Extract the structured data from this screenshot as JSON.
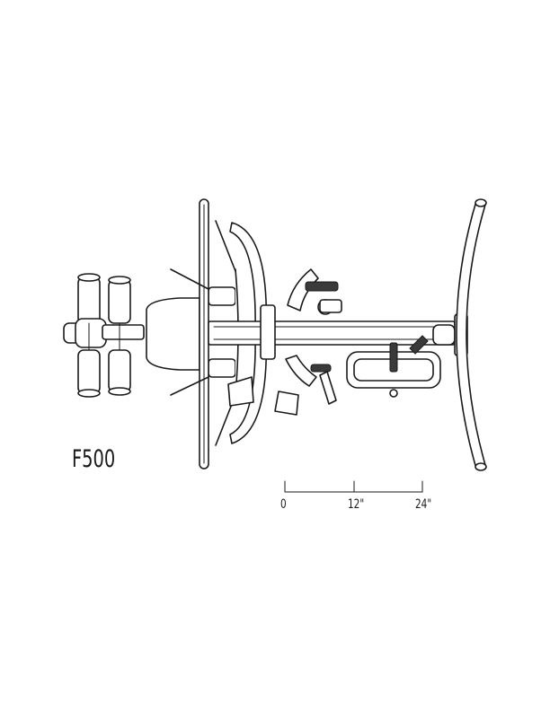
{
  "model": {
    "label": "F500"
  },
  "scale_bar": {
    "ticks": [
      "0",
      "12\"",
      "24\""
    ]
  },
  "colors": {
    "ink": "#1a1a1a",
    "background": "#ffffff"
  }
}
